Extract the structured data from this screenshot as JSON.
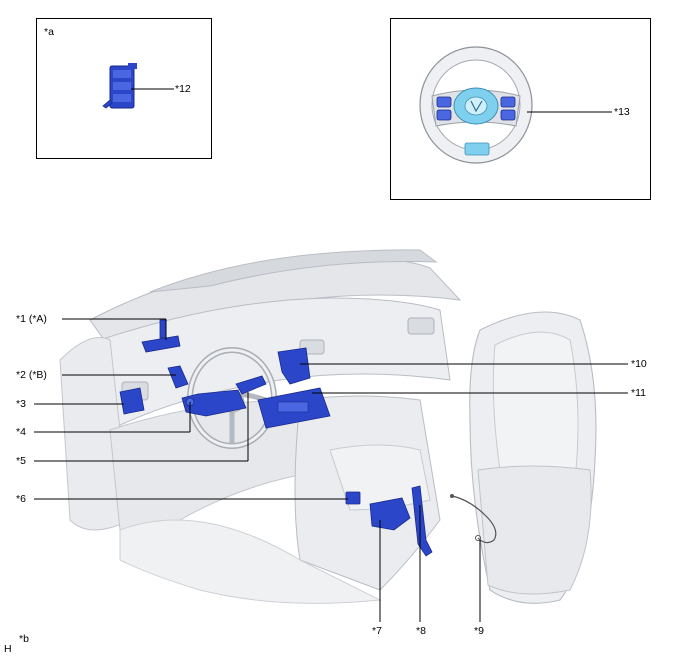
{
  "insets": {
    "left": {
      "tag": "*a",
      "callout": "*12"
    },
    "right": {
      "callout": "*13"
    }
  },
  "callouts": {
    "c1": "*1 (*A)",
    "c2": "*2 (*B)",
    "c3": "*3",
    "c4": "*4",
    "c5": "*5",
    "c6": "*6",
    "c7": "*7",
    "c8": "*8",
    "c9": "*9",
    "c10": "*10",
    "c11": "*11"
  },
  "footer": {
    "code": "H",
    "tag": "*b"
  },
  "colors": {
    "part_blue": "#2b46c8",
    "part_blue_dark": "#1a2a8a",
    "part_light": "#7fd0ee",
    "interior_gray": "#e4e6ea",
    "interior_line": "#b9bdc4"
  }
}
